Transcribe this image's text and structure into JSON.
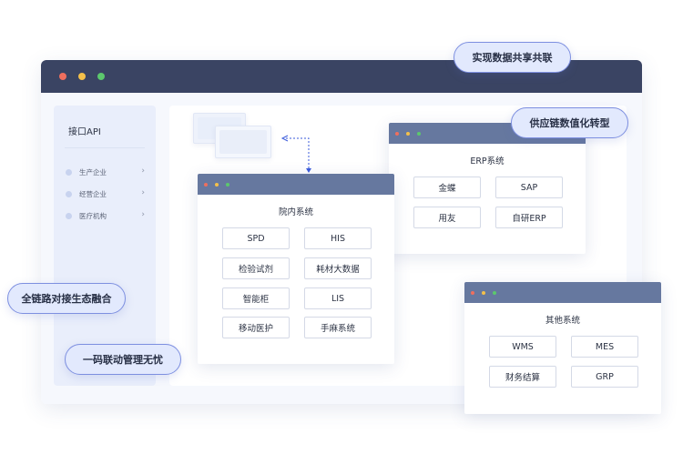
{
  "colors": {
    "titlebar_dark": "#3a4463",
    "titlebar_light": "#66789f",
    "dot_red": "#ef6f5e",
    "dot_yellow": "#f4c04a",
    "dot_green": "#5cc86d",
    "accent_blue": "#3b5bdb",
    "pill_fill": "#e2e9fd",
    "pill_border": "#7d8fe0"
  },
  "sidebar": {
    "title": "接口API",
    "items": [
      {
        "label": "生产企业",
        "icon": "chevron-right-icon"
      },
      {
        "label": "经营企业",
        "icon": "chevron-right-icon"
      },
      {
        "label": "医疗机构",
        "icon": "chevron-right-icon"
      }
    ],
    "chevron": "›"
  },
  "hospital_system": {
    "title": "院内系统",
    "modules": [
      "SPD",
      "HIS",
      "检验试剂",
      "耗材大数据",
      "智能柜",
      "LIS",
      "移动医护",
      "手麻系统"
    ]
  },
  "erp_system": {
    "title": "ERP系统",
    "modules": [
      "金蝶",
      "SAP",
      "用友",
      "自研ERP"
    ]
  },
  "other_system": {
    "title": "其他系统",
    "modules": [
      "WMS",
      "MES",
      "财务结算",
      "GRP"
    ]
  },
  "callouts": {
    "data_sharing": "实现数据共享共联",
    "supply_chain": "供应链数值化转型",
    "ecosystem": "全链路对接生态融合",
    "one_code": "一码联动管理无忧"
  }
}
